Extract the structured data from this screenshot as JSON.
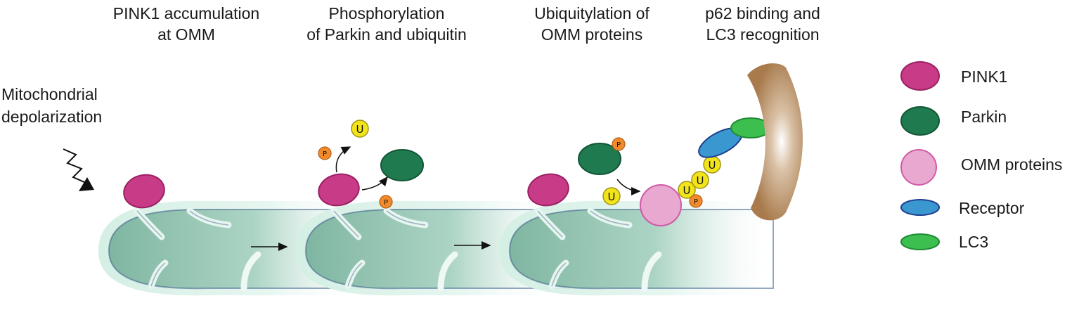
{
  "stages": [
    {
      "line1": "PINK1 accumulation",
      "line2": "at OMM"
    },
    {
      "line1": "Phosphorylation",
      "line2": "of Parkin and ubiquitin"
    },
    {
      "line1": "Ubiquitylation of",
      "line2": "OMM proteins"
    },
    {
      "line1": "p62 binding and",
      "line2": "LC3 recognition"
    }
  ],
  "trigger": {
    "line1": "Mitochondrial",
    "line2": "depolarization"
  },
  "markers": {
    "ubiquitin": "U",
    "phosphate": "P"
  },
  "legend": [
    {
      "label": "PINK1",
      "fill": "#c83c87",
      "stroke": "#9b1f63"
    },
    {
      "label": "Parkin",
      "fill": "#1f7a4f",
      "stroke": "#125636"
    },
    {
      "label": "OMM proteins",
      "fill": "#e8a8cf",
      "stroke": "#cf5ba6"
    },
    {
      "label": "Receptor",
      "fill": "#3a97d0",
      "stroke": "#1f3f8f"
    },
    {
      "label": "LC3",
      "fill": "#3cbf4f",
      "stroke": "#1f8a35"
    }
  ],
  "colors": {
    "mito_fill": "#8fc2ae",
    "mito_membrane": "#d6f0e6",
    "ubiquitin": "#f2e41a",
    "phosphate": "#f18a2a",
    "phagophore": "#a87a4c"
  }
}
